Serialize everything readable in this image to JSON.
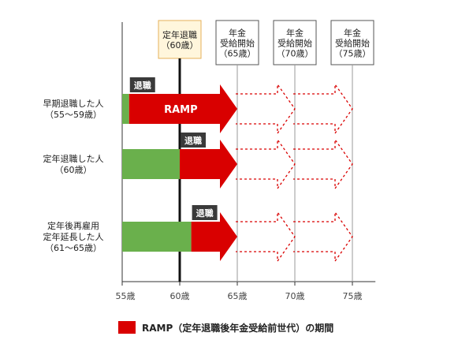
{
  "chart_data": {
    "type": "timeline",
    "x_axis": {
      "min": 55,
      "max": 77,
      "ticks": [
        {
          "value": 55,
          "label": "55歳"
        },
        {
          "value": 60,
          "label": "60歳"
        },
        {
          "value": 65,
          "label": "65歳"
        },
        {
          "value": 70,
          "label": "70歳"
        },
        {
          "value": 75,
          "label": "75歳"
        }
      ]
    },
    "markers": [
      {
        "value": 60,
        "lines": [
          "定年退職",
          "（60歳）"
        ],
        "highlight": true
      },
      {
        "value": 65,
        "lines": [
          "年金",
          "受給開始",
          "（65歳）"
        ],
        "highlight": false
      },
      {
        "value": 70,
        "lines": [
          "年金",
          "受給開始",
          "（70歳）"
        ],
        "highlight": false
      },
      {
        "value": 75,
        "lines": [
          "年金",
          "受給開始",
          "（75歳）"
        ],
        "highlight": false
      }
    ],
    "rows": [
      {
        "lines": [
          "早期退職した人",
          "（55～59歳）"
        ],
        "work_end": 55.6,
        "ramp_end": 65,
        "retire_label": "退職",
        "ramp_label": "RAMP"
      },
      {
        "lines": [
          "定年退職した人",
          "（60歳）"
        ],
        "work_end": 60,
        "ramp_end": 65,
        "retire_label": "退職",
        "ramp_label": ""
      },
      {
        "lines": [
          "定年後再雇用",
          "定年延長した人",
          "（61～65歳）"
        ],
        "work_end": 61,
        "ramp_end": 65,
        "retire_label": "退職",
        "ramp_label": ""
      }
    ],
    "dotted_arrow_ends": [
      70,
      75
    ],
    "legend": {
      "label": "RAMP（定年退職後年金受給前世代）の期間",
      "position": "bottom-center"
    },
    "colors": {
      "work": "#6AB04C",
      "ramp": "#D90000",
      "marker_highlight_bg": "#FFF6DC",
      "marker_highlight_border": "#E6B05A",
      "retire_tag": "#3A3A3A",
      "axis": "#333333",
      "guide": "#9A9A9A"
    }
  }
}
